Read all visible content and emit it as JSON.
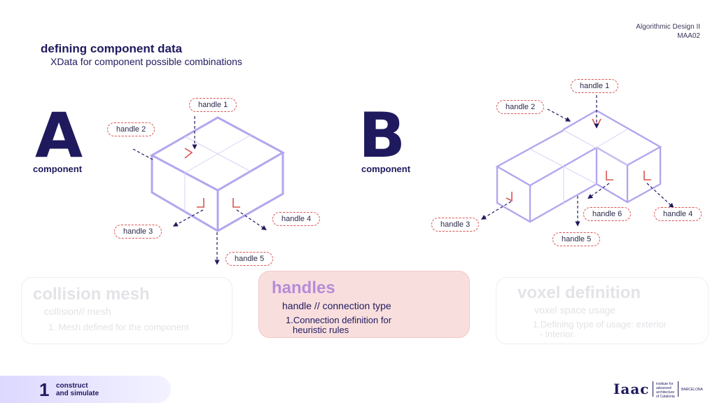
{
  "header": {
    "title": "defining component data",
    "subtitle": "XData for component possible combinations",
    "course": "Algorithmic Design II",
    "code": "MAA02"
  },
  "component_a": {
    "letter": "A",
    "label": "component",
    "handles": [
      "handle 1",
      "handle 2",
      "handle 3",
      "handle 4",
      "handle 5"
    ]
  },
  "component_b": {
    "letter": "B",
    "label": "component",
    "handles": [
      "handle 1",
      "handle 2",
      "handle 3",
      "handle 4",
      "handle 5",
      "handle 6"
    ]
  },
  "cards": {
    "collision": {
      "title": "collision mesh",
      "subtitle": "collision// mesh",
      "item": "1. Mesh defined for the component"
    },
    "handles": {
      "title": "handles",
      "subtitle": "handle // connection type",
      "item_line1": "1.Connection definition for",
      "item_line2": "heuristic rules"
    },
    "voxel": {
      "title": "voxel definition",
      "subtitle": "voxel space usage",
      "item_line1": "1.Defining type of usage: exterior",
      "item_line2": "- interior."
    }
  },
  "footer": {
    "number": "1",
    "line1": "construct",
    "line2": "and simulate"
  },
  "logo": {
    "mark": "Iaac",
    "line1": "institute for",
    "line2": "advanced",
    "line3": "architecture",
    "line4": "of Catalonia",
    "city": "BARCELONA"
  },
  "colors": {
    "navy": "#1f1a5e",
    "lavender": "#b3a6ee",
    "handle_red": "#d9534f",
    "active_card": "#f9dede"
  }
}
